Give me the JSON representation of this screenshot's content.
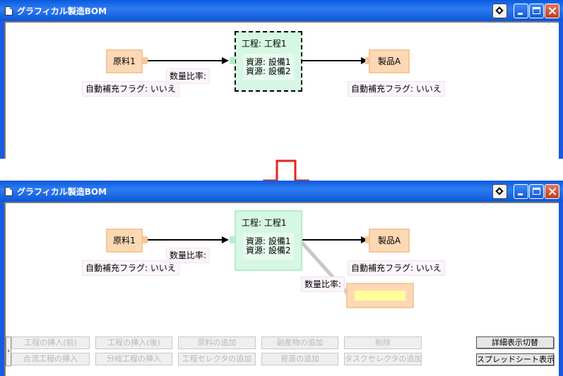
{
  "window_title": "グラフィカル製造BOM",
  "before": {
    "raw_material": "原料1",
    "raw_flag": "自動補充フラグ: いいえ",
    "ratio_label": "数量比率:",
    "process_title": "工程: 工程1",
    "resources": [
      "資源: 設備1",
      "資源: 設備2"
    ],
    "product": "製品A",
    "product_flag": "自動補充フラグ: いいえ"
  },
  "after": {
    "raw_material": "原料1",
    "raw_flag": "自動補充フラグ: いいえ",
    "ratio_label": "数量比率:",
    "process_title": "工程: 工程1",
    "resources": [
      "資源: 設備1",
      "資源: 設備2"
    ],
    "product": "製品A",
    "product_flag": "自動補充フラグ: いいえ",
    "new_ratio_label": "数量比率:"
  },
  "toolbar": {
    "row1": [
      "工程の挿入(前)",
      "工程の挿入(後)",
      "原料の追加",
      "副産物の追加",
      "削除"
    ],
    "row2": [
      "合流工程の挿入",
      "分岐工程の挿入",
      "工程セレクタの追加",
      "資源の追加",
      "タスクセレクタの追加"
    ],
    "detail_toggle": "詳細表示切替",
    "spreadsheet": "スプレッドシート表示"
  },
  "colors": {
    "titlebar": "#0b56d8",
    "raw_node": "#fcd9b4",
    "process_node": "#d6f7e3",
    "new_node_fill": "#ffff99",
    "arrow_red": "#e8231a"
  }
}
